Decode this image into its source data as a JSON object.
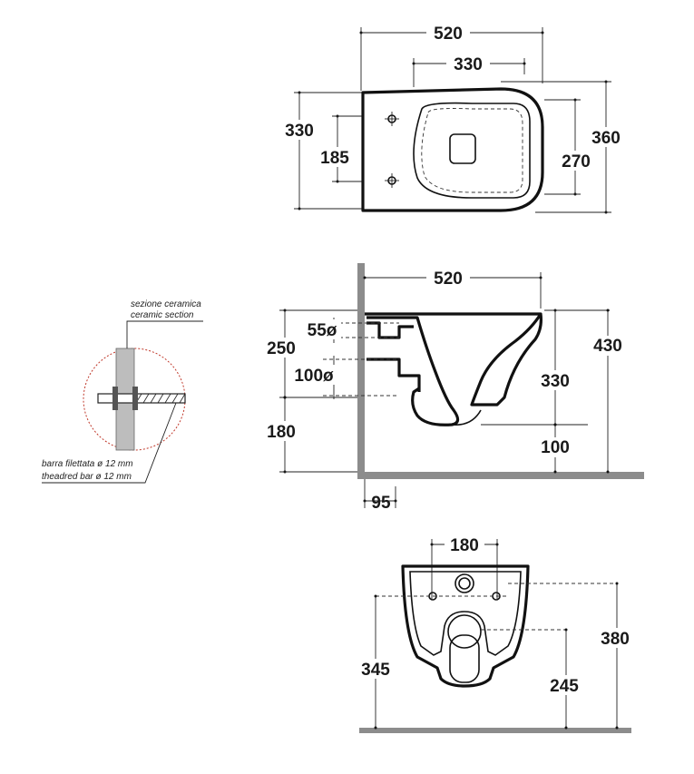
{
  "top_view": {
    "overall_length": "520",
    "seat_width": "330",
    "overall_width": "330",
    "fixing_spacing": "185",
    "inner_width": "270",
    "max_width": "360"
  },
  "side_view": {
    "length": "520",
    "inlet_diameter": "55ø",
    "outlet_diameter": "100ø",
    "upper_height": "250",
    "lower_height": "180",
    "bowl_height": "330",
    "outlet_height": "100",
    "total_height": "430",
    "wall_offset": "95"
  },
  "section_detail": {
    "label_it": "sezione ceramica",
    "label_en": "ceramic section",
    "bar_it": "barra filettata ø 12 mm",
    "bar_en": "theadred bar ø 12 mm"
  },
  "front_view": {
    "fixing_spacing": "180",
    "fixing_height": "345",
    "total_height": "380",
    "outlet_height": "245"
  },
  "colors": {
    "wall": "#8c8c8c",
    "line": "#111111",
    "detail_circle": "#c0392b"
  }
}
